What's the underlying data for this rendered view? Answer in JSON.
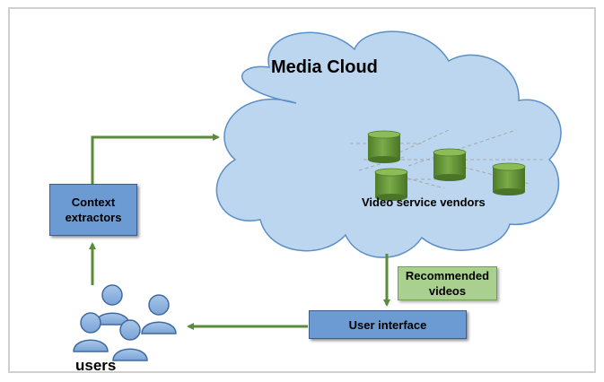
{
  "cloud": {
    "title": "Media Cloud",
    "vendors_label": "Video service vendors"
  },
  "context_box": {
    "line1": "Context",
    "line2": "extractors"
  },
  "recommended_box": {
    "line1": "Recommended",
    "line2": "videos"
  },
  "ui_box": {
    "label": "User interface"
  },
  "users": {
    "label": "users"
  },
  "colors": {
    "cloud_fill": "#bcd6ef",
    "cloud_stroke": "#5b8fc7",
    "arrow": "#5a8a3a",
    "cylinder": "#6b9a3c",
    "user_fill": "#8fb4e0"
  }
}
